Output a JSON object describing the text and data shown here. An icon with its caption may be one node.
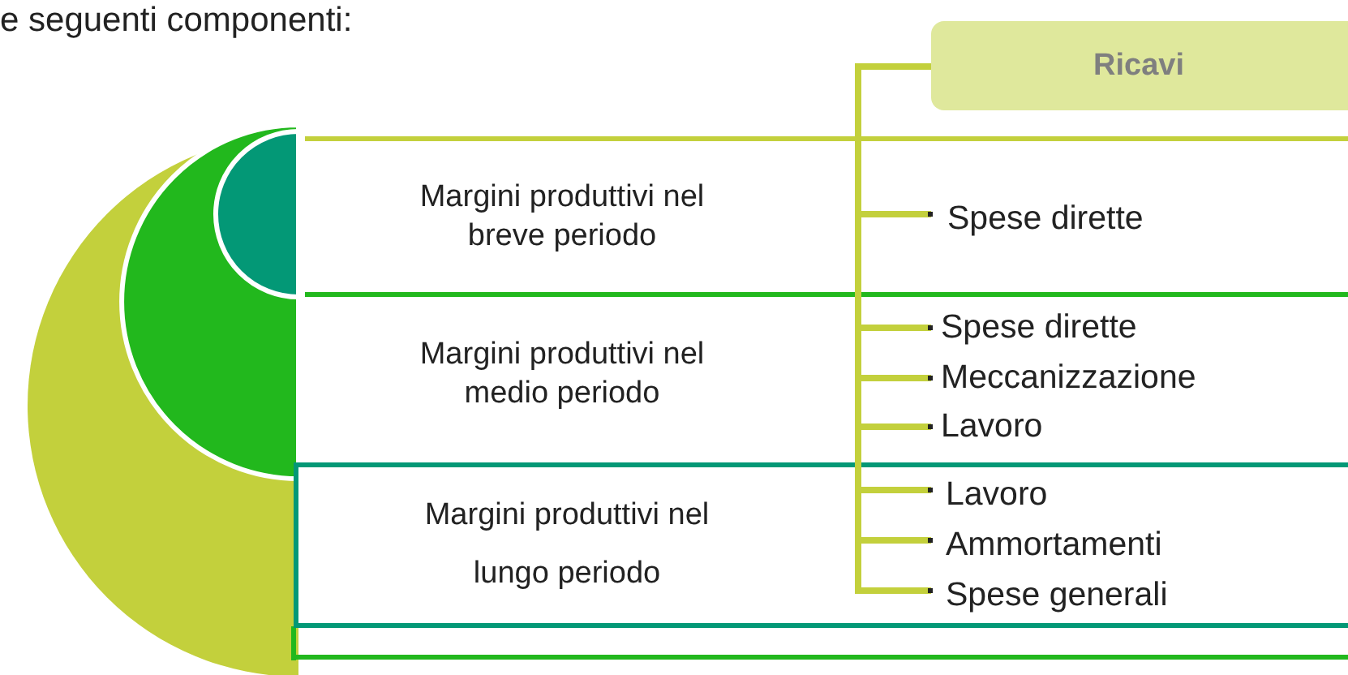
{
  "diagram": {
    "nodes": [
      {
        "text": [
          "Ricavi"
        ]
      },
      {
        "text": [
          "Margini produttivi nel breve periodo"
        ]
      },
      {
        "text": [
          "Margini produttivi nel medio periodo"
        ]
      },
      {
        "text": [
          "Margini produttivi nel lungo periodo"
        ]
      },
      {
        "text": [
          "Spese dirette"
        ],
        "in": 1
      },
      {
        "text": [
          "Spese dirette"
        ],
        "in": 2
      },
      {
        "text": [
          "Meccanizzazione"
        ],
        "in": 2
      },
      {
        "text": [
          "Lavoro"
        ],
        "in": 2
      },
      {
        "text": [
          "Lavoro"
        ],
        "in": 3
      },
      {
        "text": [
          "Ammortamenti"
        ],
        "in": 3
      },
      {
        "text": [
          "Spese generali"
        ],
        "in": 3
      }
    ],
    "edges": [
      {
        "from": 0,
        "to": 4,
        "arrow": "other"
      },
      {
        "from": 0,
        "to": 5,
        "arrow": "other"
      },
      {
        "from": 0,
        "to": 6,
        "arrow": "other"
      },
      {
        "from": 0,
        "to": 7,
        "arrow": "other"
      },
      {
        "from": 0,
        "to": 8,
        "arrow": "other"
      },
      {
        "from": 0,
        "to": 9,
        "arrow": "other"
      },
      {
        "from": 0,
        "to": 10,
        "arrow": "other"
      }
    ],
    "labels": [
      "e seguenti componenti:"
    ]
  }
}
